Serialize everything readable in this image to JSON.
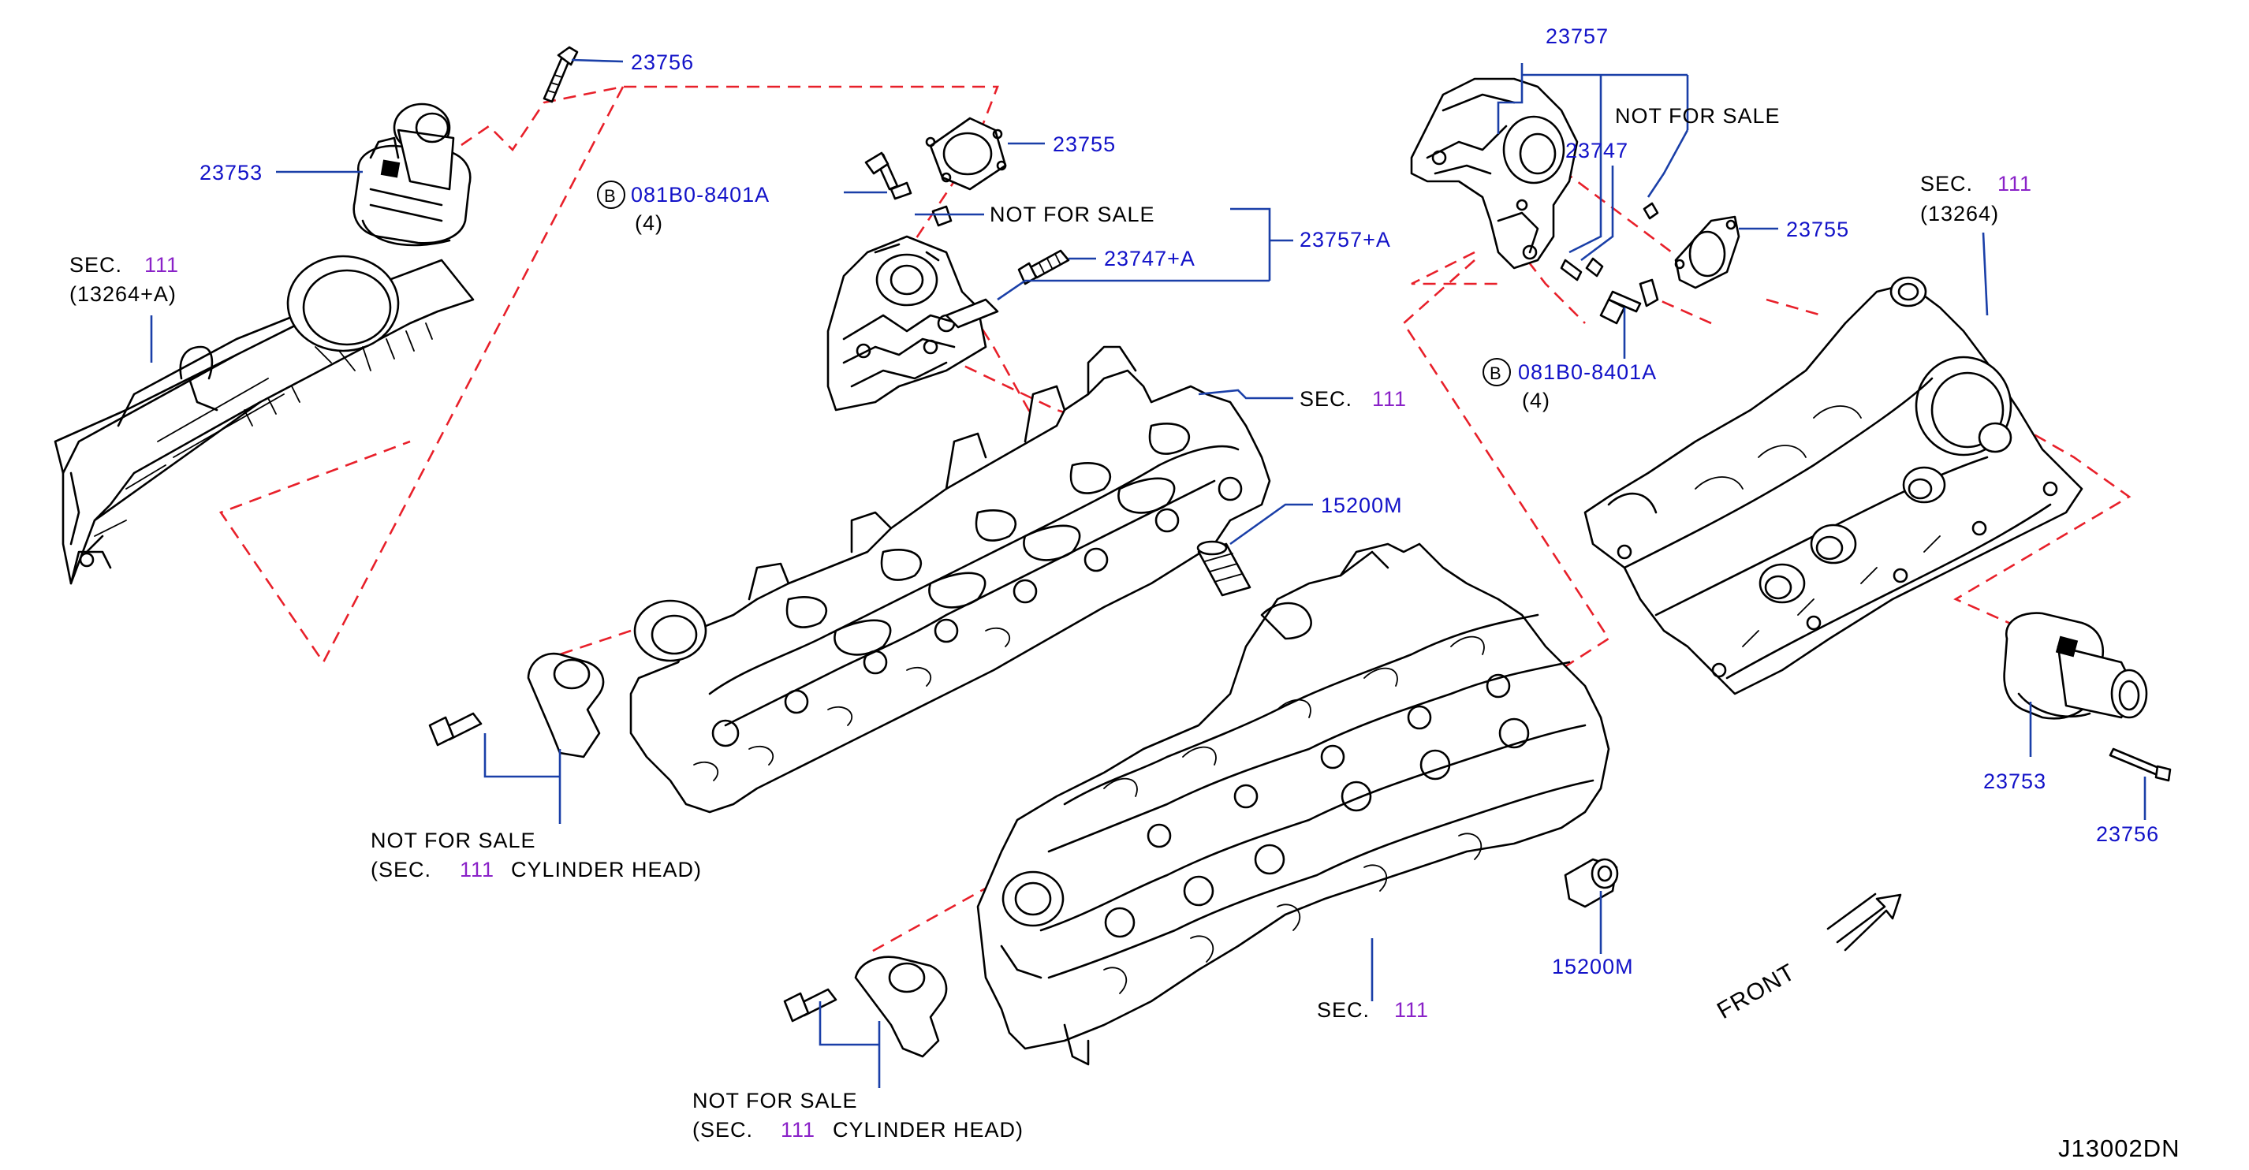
{
  "diagram_id": "J13002DN",
  "front_label": "FRONT",
  "colors": {
    "part_number": "#1212c8",
    "section_number": "#8a22c8",
    "leader": "#1a3fa8",
    "dashed": "#e8202a"
  },
  "left": {
    "actuator_part": "23753",
    "bolt_part": "23756",
    "cover_sec_label": "SEC.",
    "cover_sec_num": "111",
    "cover_sec_code": "(13264+A)",
    "bolt_circle": "B",
    "bolt_ref": "081B0-8401A",
    "bolt_qty": "(4)",
    "gasket_part": "23755",
    "nfs": "NOT   FOR   SALE",
    "valve_assy_part": "23757+A",
    "valve_part": "23747+A",
    "head_sec_label": "SEC.",
    "head_sec_num": "111",
    "strainer_part": "15200M",
    "sensor_nfs": "NOT   FOR   SALE",
    "sensor_sec_open": "(SEC.",
    "sensor_sec_num": "111",
    "sensor_sec_rest": "CYLINDER   HEAD)"
  },
  "right": {
    "valve_assy_part": "23757",
    "nfs": "NOT   FOR   SALE",
    "valve_part": "23747",
    "gasket_part": "23755",
    "bolt_circle": "B",
    "bolt_ref": "081B0-8401A",
    "bolt_qty": "(4)",
    "cover_sec_label": "SEC.",
    "cover_sec_num": "111",
    "cover_sec_code": "(13264)",
    "actuator_part": "23753",
    "bolt_part": "23756",
    "strainer_part": "15200M"
  },
  "center": {
    "head_sec_label": "SEC.",
    "head_sec_num": "111",
    "sensor_nfs": "NOT   FOR   SALE",
    "sensor_sec_open": "(SEC.",
    "sensor_sec_num": "111",
    "sensor_sec_rest": "CYLINDER   HEAD)"
  }
}
